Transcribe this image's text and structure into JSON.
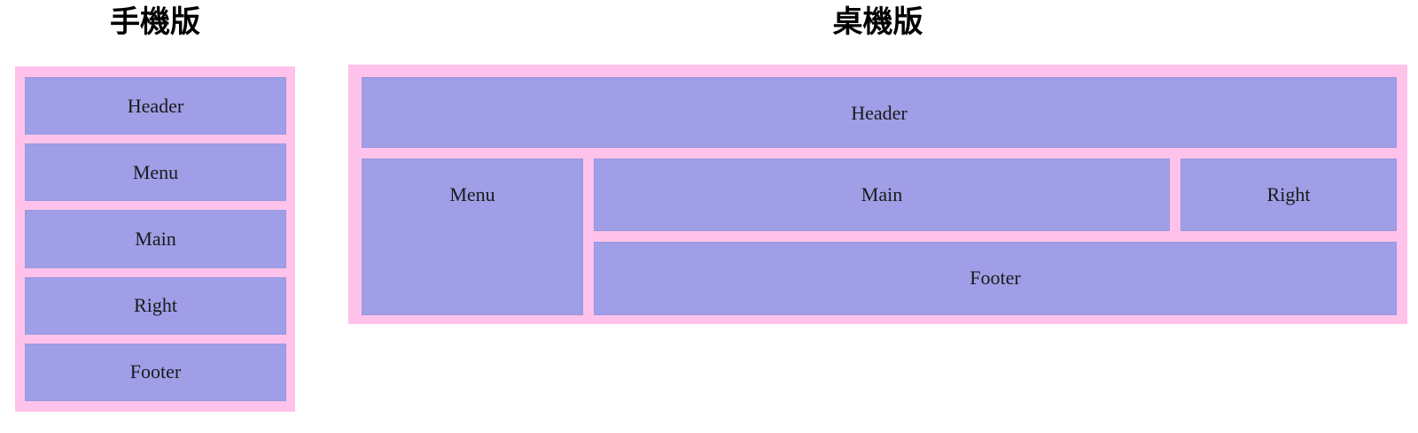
{
  "titles": {
    "mobile": "手機版",
    "desktop": "桌機版"
  },
  "mobile_layout": {
    "boxes": [
      "Header",
      "Menu",
      "Main",
      "Right",
      "Footer"
    ]
  },
  "desktop_layout": {
    "header": "Header",
    "menu": "Menu",
    "main": "Main",
    "right": "Right",
    "footer": "Footer"
  },
  "colors": {
    "page_background": "#ffffff",
    "container_background": "#ffc3eb",
    "box_background": "#a09ee6",
    "box_border": "#9a98dd",
    "text": "#1a1a1a",
    "title": "#000000"
  }
}
